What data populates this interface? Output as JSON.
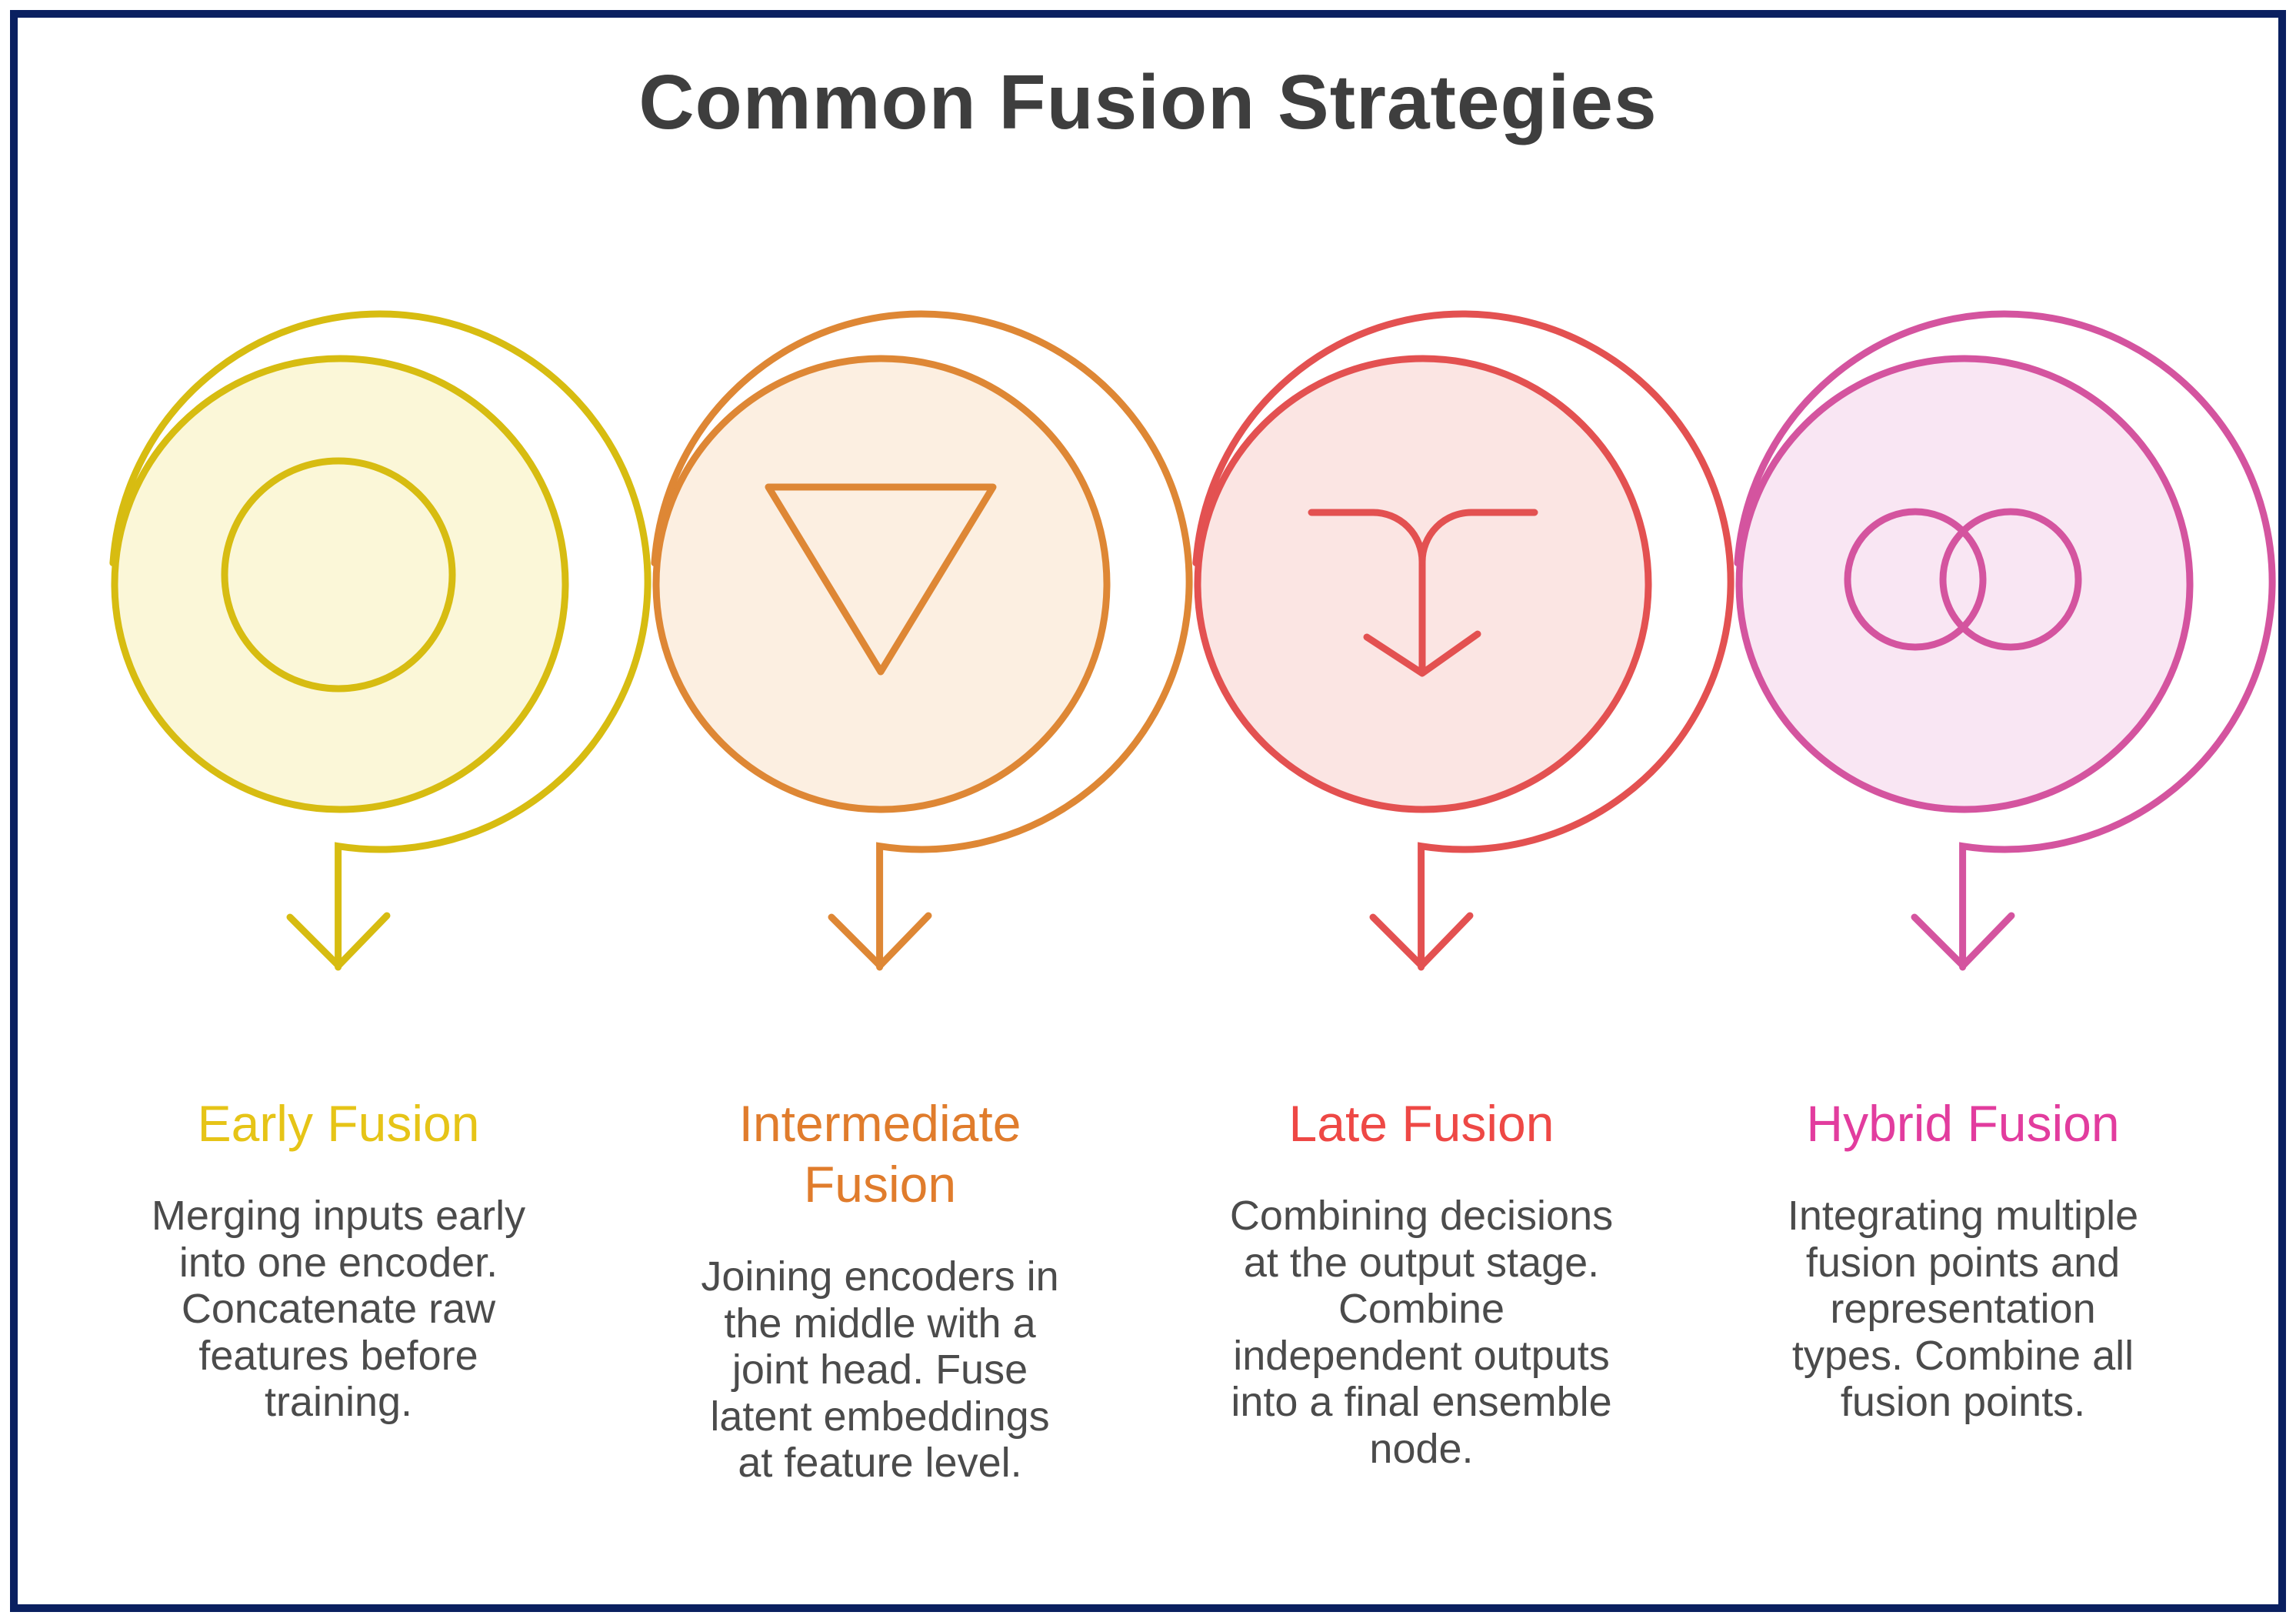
{
  "title": "Common Fusion Strategies",
  "canvas": {
    "border_color": "#0A2060",
    "background": "#FFFFFF",
    "title_color": "#3E3E3E",
    "description_color": "#4B4B4B"
  },
  "strategies": [
    {
      "id": "early-fusion",
      "name": "Early Fusion",
      "name_lines": [
        "Early Fusion"
      ],
      "accent_color": "#E6C417",
      "stroke_color": "#D7BC11",
      "fill_color": "#FBF7D8",
      "icon": "concentric-circle",
      "description": "Merging inputs early into one encoder. Concatenate raw features before training.",
      "description_lines": [
        "Merging inputs early",
        "into one encoder.",
        "Concatenate raw",
        "features before",
        "training."
      ]
    },
    {
      "id": "intermediate-fusion",
      "name": "Intermediate Fusion",
      "name_lines": [
        "Intermediate",
        "Fusion"
      ],
      "accent_color": "#E07C2C",
      "stroke_color": "#DE8735",
      "fill_color": "#FCEFE1",
      "icon": "triangle-down",
      "description": "Joining encoders in the middle with a joint head. Fuse latent embeddings at feature level.",
      "description_lines": [
        "Joining encoders in",
        "the middle with a",
        "joint head. Fuse",
        "latent embeddings",
        "at feature level."
      ]
    },
    {
      "id": "late-fusion",
      "name": "Late Fusion",
      "name_lines": [
        "Late Fusion"
      ],
      "accent_color": "#EE4845",
      "stroke_color": "#E35151",
      "fill_color": "#FBE5E3",
      "icon": "merge-arrow",
      "description": "Combining decisions at the output stage. Combine independent outputs into a final ensemble node.",
      "description_lines": [
        "Combining decisions",
        "at the output stage.",
        "Combine",
        "independent outputs",
        "into a final ensemble",
        "node."
      ]
    },
    {
      "id": "hybrid-fusion",
      "name": "Hybrid Fusion",
      "name_lines": [
        "Hybrid Fusion"
      ],
      "accent_color": "#E23C9E",
      "stroke_color": "#D4549F",
      "fill_color": "#F9E6F3",
      "icon": "venn-overlap",
      "description": "Integrating multiple fusion points and representation types. Combine all fusion points.",
      "description_lines": [
        "Integrating multiple",
        "fusion points and",
        "representation",
        "types. Combine all",
        "fusion points."
      ]
    }
  ]
}
